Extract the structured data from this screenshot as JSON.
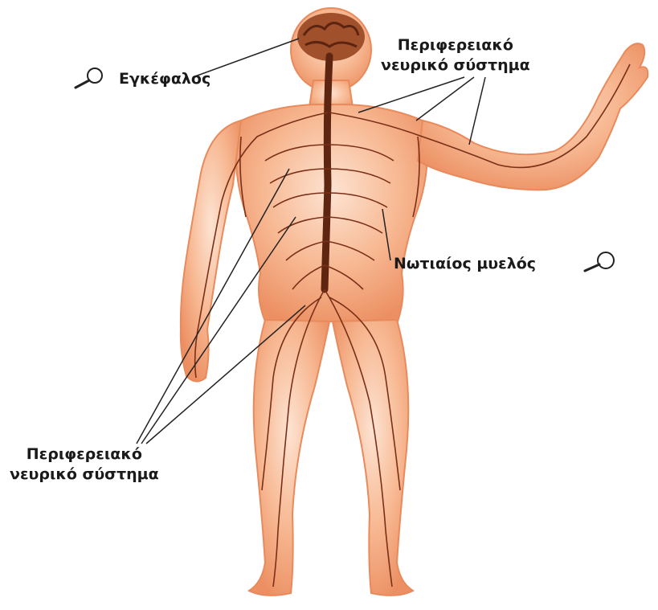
{
  "labels": {
    "brain": "Εγκέφαλος",
    "pns_top": {
      "line1": "Περιφερειακό",
      "line2": "νευρικό σύστημα"
    },
    "spinal_cord": "Νωτιαίος μυελός",
    "pns_bottom": {
      "line1": "Περιφερειακό",
      "line2": "νευρικό σύστημα"
    }
  },
  "icons": [
    "magnifier-icon",
    "magnifier-icon"
  ],
  "colors": {
    "skin": "#f2a57e",
    "skin_light": "#fbd4bd",
    "nerve": "#7a3018",
    "brain": "#a0502a",
    "label_text": "#1a1a1a"
  }
}
